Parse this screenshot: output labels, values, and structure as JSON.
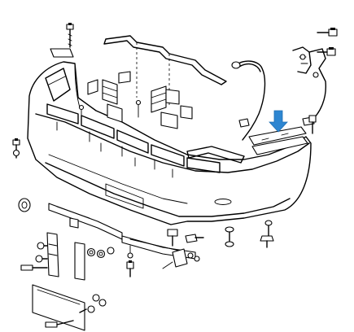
{
  "diagram": {
    "type": "exploded-parts-illustration",
    "subject": "rear-bumper-assembly",
    "printed_text": [],
    "colors": {
      "line": "#000000",
      "background": "#ffffff",
      "highlight_arrow": "#2e86d1"
    },
    "highlight": {
      "icon": "down-arrow-icon",
      "points_to": "bumper-mounting-bracket"
    }
  }
}
